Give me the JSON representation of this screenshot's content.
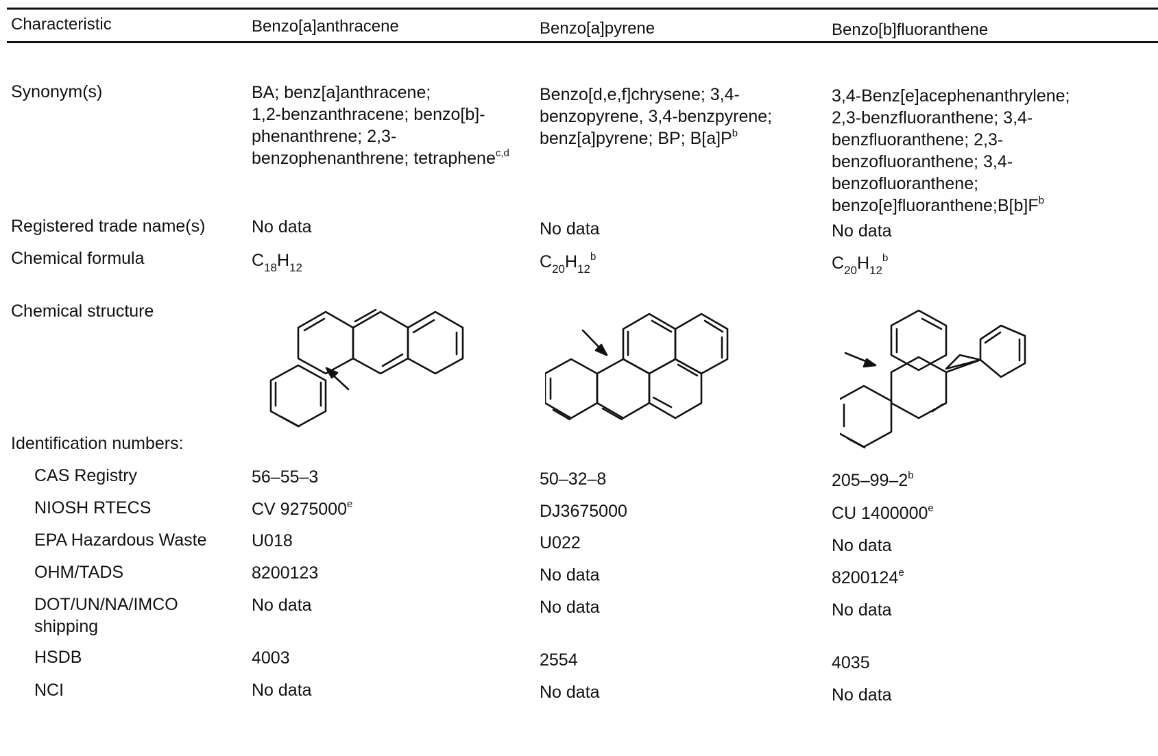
{
  "headers": {
    "characteristic": "Characteristic",
    "col1": "Benzo[a]anthracene",
    "col2": "Benzo[a]pyrene",
    "col3": "Benzo[b]fluoranthene"
  },
  "synonyms": {
    "label": "Synonym(s)",
    "col1": {
      "lines": [
        "BA; benz[a]anthracene;",
        "1,2-benzanthracene; benzo[b]-",
        "phenanthrene; 2,3-"
      ],
      "last_line": "benzophenanthrene; tetraphene",
      "last_sup": "c,d"
    },
    "col2": {
      "lines": [
        "Benzo[d,e,f]chrysene; 3,4-",
        "benzopyrene, 3,4-benzpyrene;"
      ],
      "last_line": "benz[a]pyrene; BP; B[a]P",
      "last_sup": "b"
    },
    "col3": {
      "lines": [
        "3,4-Benz[e]acephenanthrylene;",
        "2,3-benzfluoranthene; 3,4-",
        "benzfluoranthene; 2,3-",
        "benzofluoranthene; 3,4-",
        "benzofluoranthene;"
      ],
      "last_line": "benzo[e]fluoranthene;B[b]F",
      "last_sup": "b"
    }
  },
  "trade_names": {
    "label": "Registered trade name(s)",
    "col1": "No data",
    "col2": "No data",
    "col3": "No data"
  },
  "formula": {
    "label": "Chemical formula",
    "col1": {
      "c": "C",
      "c_sub": "18",
      "h": "H",
      "h_sub": "12",
      "sup": ""
    },
    "col2": {
      "c": "C",
      "c_sub": "20",
      "h": "H",
      "h_sub": "12",
      "sup": "b"
    },
    "col3": {
      "c": "C",
      "c_sub": "20",
      "h": "H",
      "h_sub": "12",
      "sup": "b"
    }
  },
  "structure": {
    "label": "Chemical structure"
  },
  "identification": {
    "label": "Identification numbers:",
    "rows": [
      {
        "label": "CAS Registry",
        "col1": "56–55–3",
        "col1_sup": "",
        "col2": "50–32–8",
        "col2_sup": "",
        "col3": "205–99–2",
        "col3_sup": "b"
      },
      {
        "label": "NIOSH RTECS",
        "col1": "CV 9275000",
        "col1_sup": "e",
        "col2": "DJ3675000",
        "col2_sup": "",
        "col3": "CU 1400000",
        "col3_sup": "e"
      },
      {
        "label": "EPA Hazardous Waste",
        "col1": "U018",
        "col1_sup": "",
        "col2": "U022",
        "col2_sup": "",
        "col3": "No data",
        "col3_sup": ""
      },
      {
        "label": "OHM/TADS",
        "col1": "8200123",
        "col1_sup": "",
        "col2": "No data",
        "col2_sup": "",
        "col3": "8200124",
        "col3_sup": "e"
      },
      {
        "label": "DOT/UN/NA/IMCO",
        "label2": "shipping",
        "col1": "No data",
        "col1_sup": "",
        "col2": "No data",
        "col2_sup": "",
        "col3": "No data",
        "col3_sup": ""
      },
      {
        "label": "HSDB",
        "col1": "4003",
        "col1_sup": "",
        "col2": "2554",
        "col2_sup": "",
        "col3": "4035",
        "col3_sup": ""
      },
      {
        "label": "NCI",
        "col1": "No data",
        "col1_sup": "",
        "col2": "No data",
        "col2_sup": "",
        "col3": "No data",
        "col3_sup": ""
      }
    ]
  }
}
